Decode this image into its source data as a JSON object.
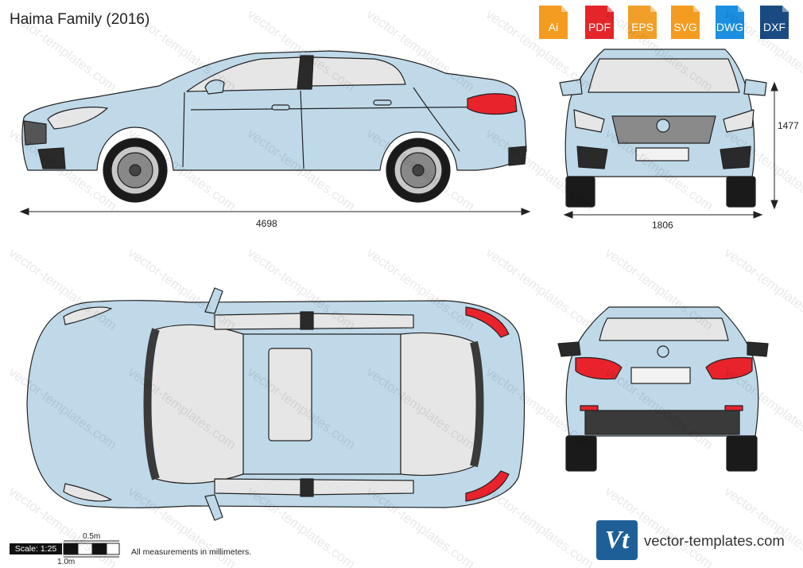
{
  "title": "Haima Family (2016)",
  "formats": [
    {
      "label": "Ai",
      "color": "#f39c20"
    },
    {
      "label": "PDF",
      "color": "#e5252a"
    },
    {
      "label": "EPS",
      "color": "#f0a028"
    },
    {
      "label": "SVG",
      "color": "#f39c20"
    },
    {
      "label": "DWG",
      "color": "#1b8fe0"
    },
    {
      "label": "DXF",
      "color": "#1a4a82"
    }
  ],
  "dimensions": {
    "length": "4698",
    "width": "1806",
    "height": "1477"
  },
  "scale": {
    "label": "Scale: 1:25",
    "half_meter": "0.5m",
    "one_meter": "1.0m"
  },
  "note": "All measurements in millimeters.",
  "watermark": "vector-templates.com",
  "logo": {
    "mark": "Vt",
    "site": "vector-templates.com",
    "color": "#1e5f98"
  },
  "colors": {
    "body": "#bfd9e9",
    "outline": "#222222",
    "glass": "#e6e6e6",
    "light_red": "#e8232c",
    "tire": "#1a1a1a"
  }
}
